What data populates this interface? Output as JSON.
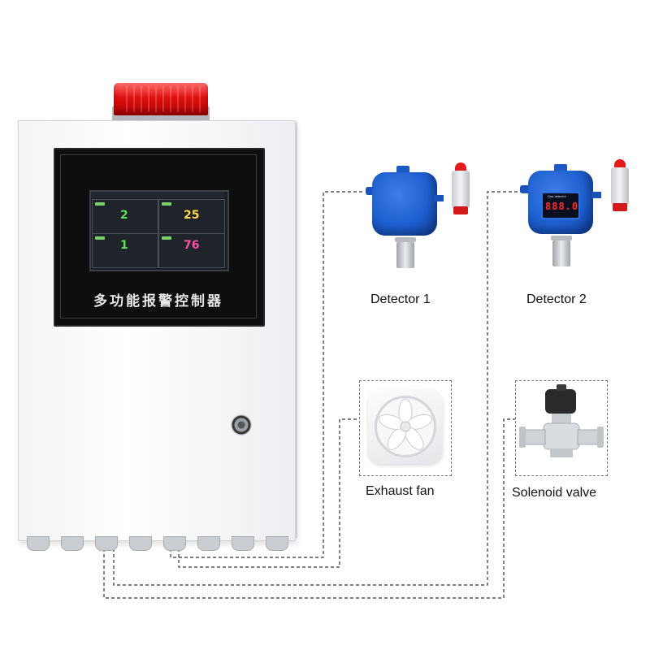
{
  "controller": {
    "front_title": "多功能报警控制器",
    "screen": {
      "channels": [
        {
          "value": "2",
          "color": "#5fe05a"
        },
        {
          "value": "25",
          "color": "#ffd84a"
        },
        {
          "value": "1",
          "color": "#5fe05a"
        },
        {
          "value": "76",
          "color": "#ff4fa8"
        }
      ]
    }
  },
  "devices": {
    "detector_1": {
      "label": "Detector 1"
    },
    "detector_2": {
      "label": "Detector 2",
      "display_digits": "888.0",
      "display_caption": "Gas detector"
    },
    "exhaust_fan": {
      "label": "Exhaust fan"
    },
    "solenoid_valve": {
      "label": "Solenoid valve"
    }
  },
  "colors": {
    "beacon": "#e01010",
    "detector_blue": "#1e5fd0",
    "cabinet": "#f3f4f6",
    "wire": "#333333"
  },
  "icons": {
    "beacon": "red-alarm-beacon-icon",
    "lock": "cabinet-lock-icon",
    "fan": "exhaust-fan-icon",
    "valve": "solenoid-valve-icon"
  }
}
